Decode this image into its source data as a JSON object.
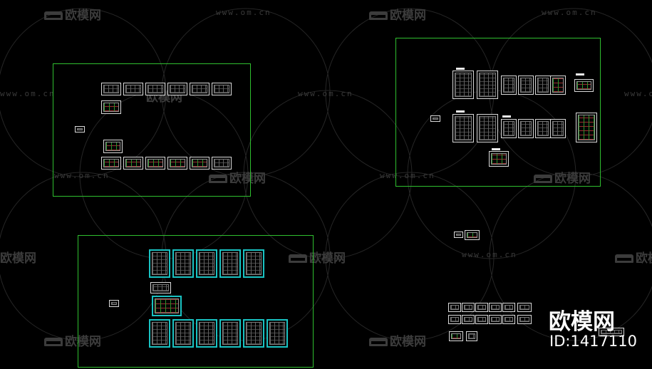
{
  "watermark": {
    "url_text": "www.om.cn",
    "brand_text": "欧模网",
    "brand_big": "欧模网",
    "id_text": "ID:1417110"
  },
  "colors": {
    "background": "#000000",
    "frame": "#2fbf2f",
    "sheet_border": "#d8d8d8",
    "sheet_highlight": "#19c2c2",
    "watermark_gray": "#3a3a3a",
    "watermark_white": "#ffffff"
  },
  "viewport": {
    "frame_count": 3,
    "layout_groups": [
      "drawing-set-1",
      "drawing-set-2",
      "drawing-set-3",
      "drawing-set-4"
    ]
  }
}
